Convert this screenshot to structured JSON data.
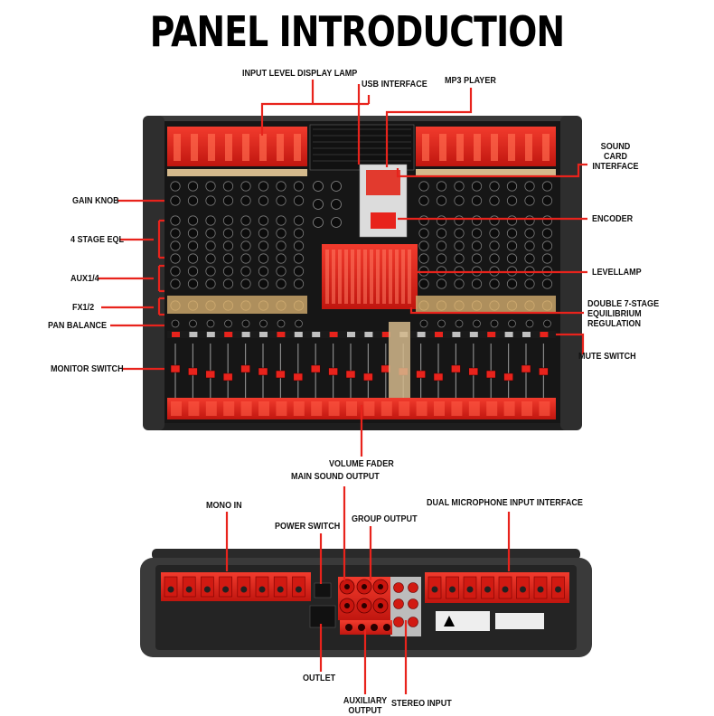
{
  "title": "PANEL INTRODUCTION",
  "front_labels": {
    "input_level_display_lamp": "INPUT LEVEL DISPLAY LAMP",
    "usb_interface": "USB INTERFACE",
    "mp3_player": "MP3 PLAYER",
    "sound_card_interface": "SOUND CARD\nINTERFACE",
    "gain_knob": "GAIN KNOB",
    "encoder": "ENCODER",
    "four_stage_eql": "4 STAGE EQL",
    "aux1_4": "AUX1/4",
    "levellamp": "LEVELLAMP",
    "fx1_2": "FX1/2",
    "double_7_stage": "DOUBLE 7-STAGE\nEQUILIBRIUM\nREGULATION",
    "pan_balance": "PAN BALANCE",
    "mute_switch": "MUTE SWITCH",
    "monitor_switch": "MONITOR SWITCH",
    "volume_fader": "VOLUME FADER"
  },
  "rear_labels": {
    "main_sound_output": "MAIN SOUND OUTPUT",
    "mono_in": "MONO IN",
    "power_switch": "POWER SWITCH",
    "group_output": "GROUP OUTPUT",
    "dual_microphone_input_interface": "DUAL MICROPHONE INPUT INTERFACE",
    "outlet": "OUTLET",
    "auxiliary_output": "AUXILIARY\nOUTPUT",
    "stereo_input": "STEREO INPUT"
  },
  "colors": {
    "accent_red": "#e8231c",
    "chassis": "#2b2b2b",
    "panel": "#1c1c1c",
    "knob_gold": "#c9a46a",
    "text": "#111111"
  }
}
